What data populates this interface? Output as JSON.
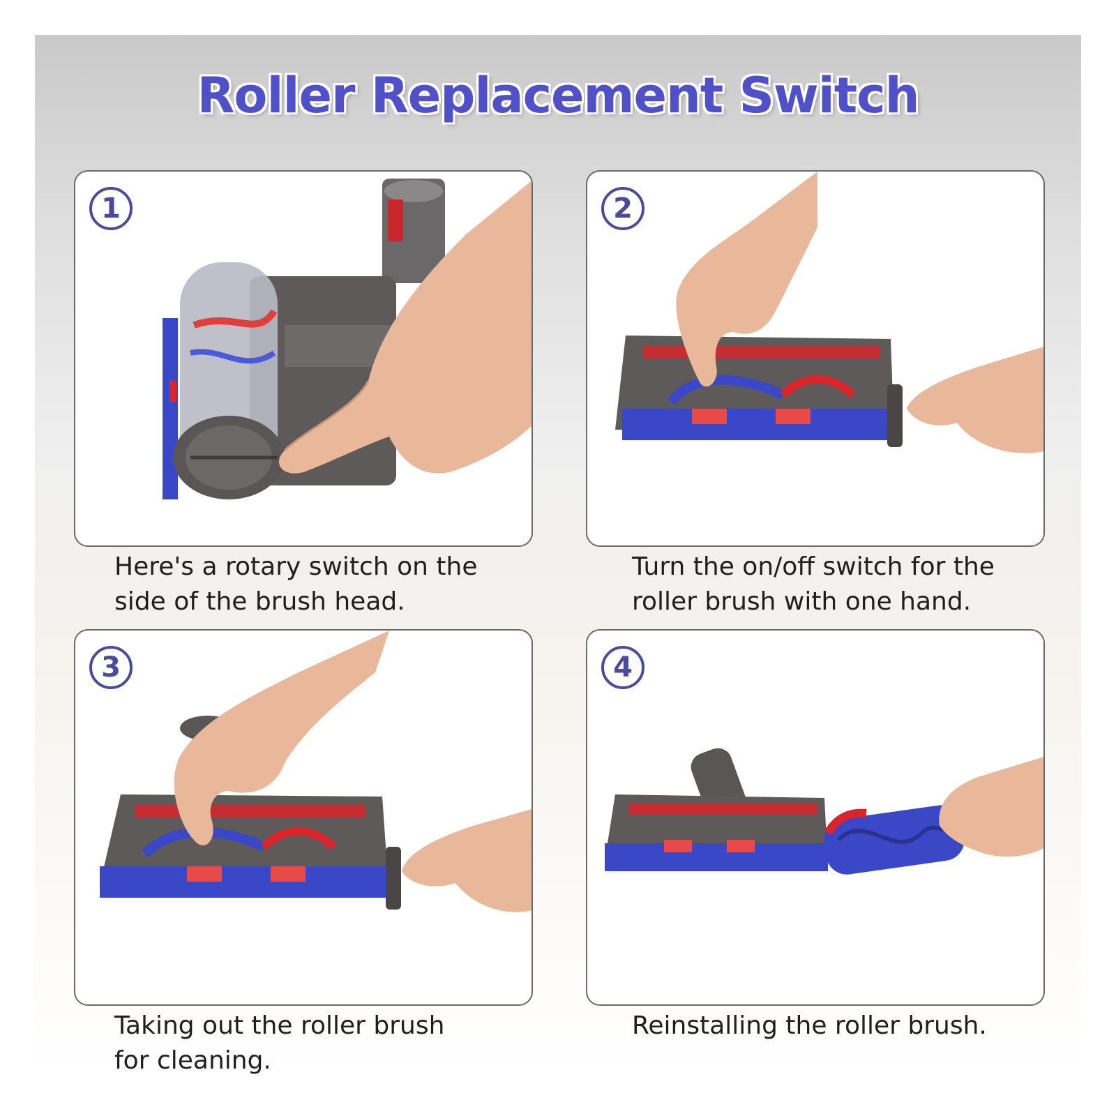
{
  "title": "Roller Replacement Switch",
  "steps": [
    {
      "number": "1",
      "caption_line1": "Here's a rotary switch on the",
      "caption_line2": "side of the brush head."
    },
    {
      "number": "2",
      "caption_line1": "Turn the on/off switch for the",
      "caption_line2": "roller brush with one hand."
    },
    {
      "number": "3",
      "caption_line1": "Taking out the roller brush",
      "caption_line2": "for cleaning."
    },
    {
      "number": "4",
      "caption_line1": "Reinstalling the roller brush.",
      "caption_line2": ""
    }
  ],
  "colors": {
    "title": "#5050c8",
    "badge": "#4b4b9c",
    "brush_blue": "#3a48c8",
    "housing": "#5e5a5a",
    "accent_red": "#d8262c"
  }
}
